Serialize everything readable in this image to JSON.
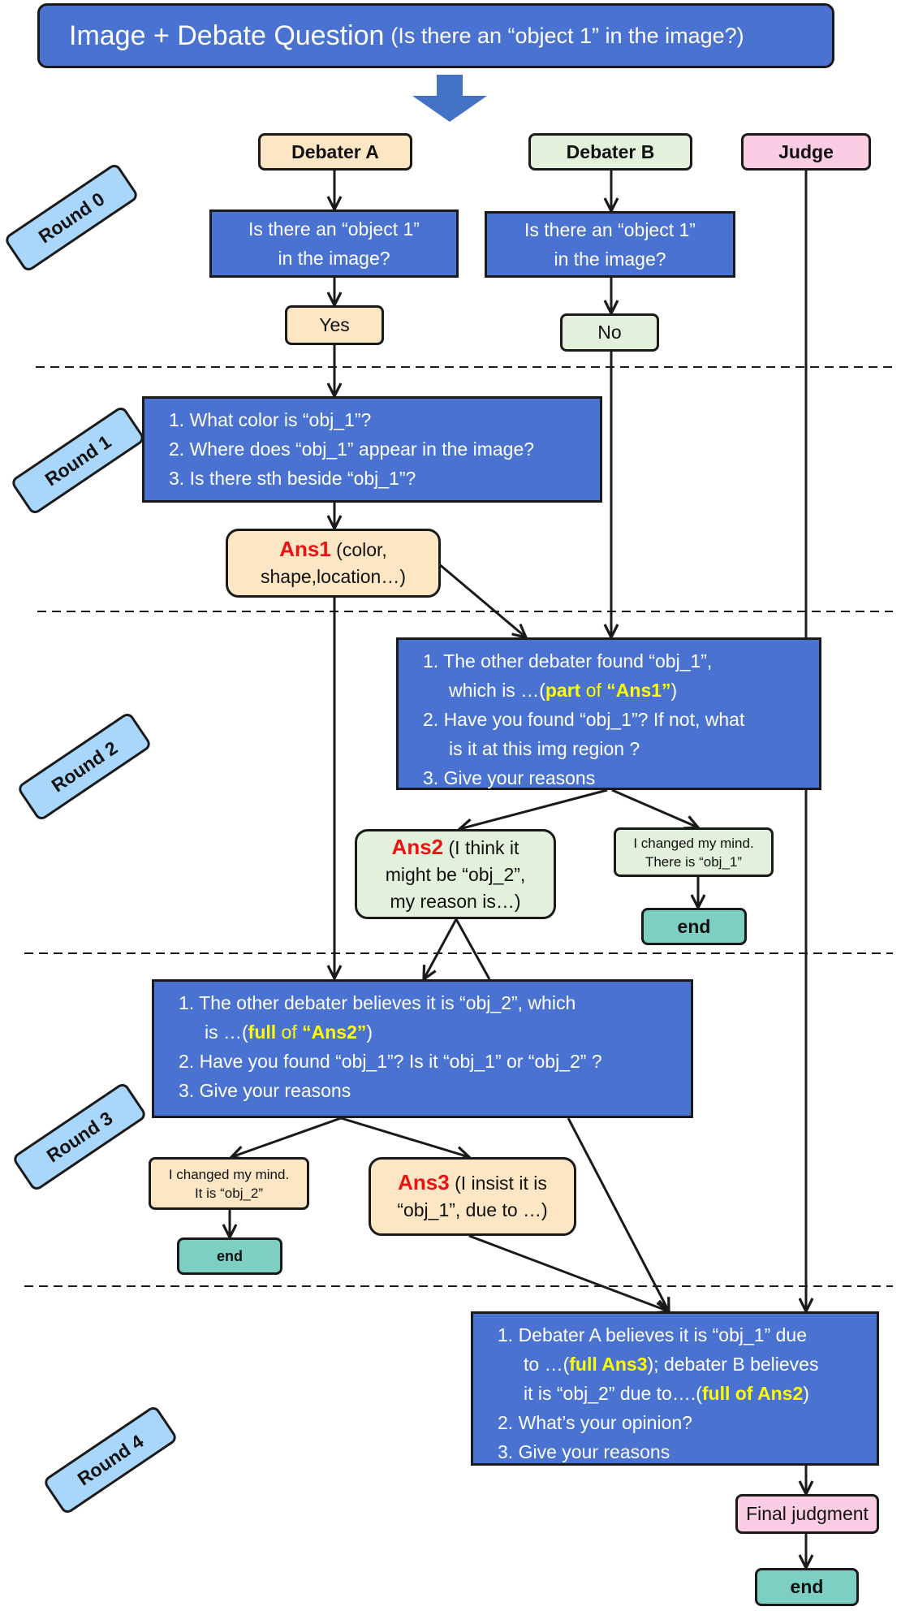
{
  "title": {
    "main": "Image + Debate Question",
    "question": "(Is there an “object 1” in the image?)"
  },
  "headers": {
    "debater_a": "Debater A",
    "debater_b": "Debater B",
    "judge": "Judge"
  },
  "rounds": [
    "Round 0",
    "Round 1",
    "Round 2",
    "Round 3",
    "Round 4"
  ],
  "round0": {
    "question_a": [
      "Is there an “object 1”",
      "in the image?"
    ],
    "question_b": [
      "Is there an “object 1”",
      "in the image?"
    ],
    "answer_a": "Yes",
    "answer_b": "No"
  },
  "round1": {
    "questions": [
      "1. What color is “obj_1”?",
      "2. Where does “obj_1” appear in the image?",
      "3. Is there sth beside “obj_1”?"
    ],
    "ans1_label": "Ans1",
    "ans1_rest": " (color,",
    "ans1_line2": "shape,location…)"
  },
  "round2": {
    "line1": "1. The other debater found “obj_1”,",
    "line2_pre": "which is …(",
    "line2_part": "part",
    "line2_of": " of ",
    "line2_ans": "“Ans1”",
    "line2_post": ")",
    "line3": "2. Have you found “obj_1”? If not, what",
    "line4": "is it at this img region ?",
    "line5": "3. Give your reasons",
    "ans2_label": "Ans2",
    "ans2_rest": " (I think it",
    "ans2_line2": "might be “obj_2”,",
    "ans2_line3": "my reason is…)",
    "changed_line1": "I changed my mind.",
    "changed_line2": "There is “obj_1”",
    "end": "end"
  },
  "round3": {
    "line1": "1. The other debater believes it is “obj_2”, which",
    "line2_pre": "is …(",
    "line2_full": "full",
    "line2_of": " of ",
    "line2_ans": "“Ans2”",
    "line2_post": ")",
    "line3": "2. Have you found “obj_1”? Is it “obj_1” or “obj_2” ?",
    "line4": "3. Give your reasons",
    "changed_line1": "I changed my mind.",
    "changed_line2": "It is “obj_2”",
    "end": "end",
    "ans3_label": "Ans3",
    "ans3_rest": " (I insist it is",
    "ans3_line2": "“obj_1”, due to …)"
  },
  "round4": {
    "line1": "1. Debater A believes it is “obj_1” due",
    "line2_pre": "to …(",
    "line2_hl": "full Ans3",
    "line2_post": "); debater B believes",
    "line3_pre": "it is “obj_2” due to….(",
    "line3_hl": "full of Ans2",
    "line3_post": ")",
    "line4": "2. What’s your opinion?",
    "line5": "3. Give your reasons",
    "final": "Final judgment",
    "end": "end"
  },
  "colors": {
    "blue_box": "#4a72d0",
    "peach": "#fde6c4",
    "green": "#e3f1dc",
    "pink": "#fbcde4",
    "round_label": "#a9d7fb",
    "end_box": "#7ecfc3",
    "highlight": "#ffff00",
    "ans_label": "#ee1111",
    "big_arrow": "#4472c4"
  }
}
